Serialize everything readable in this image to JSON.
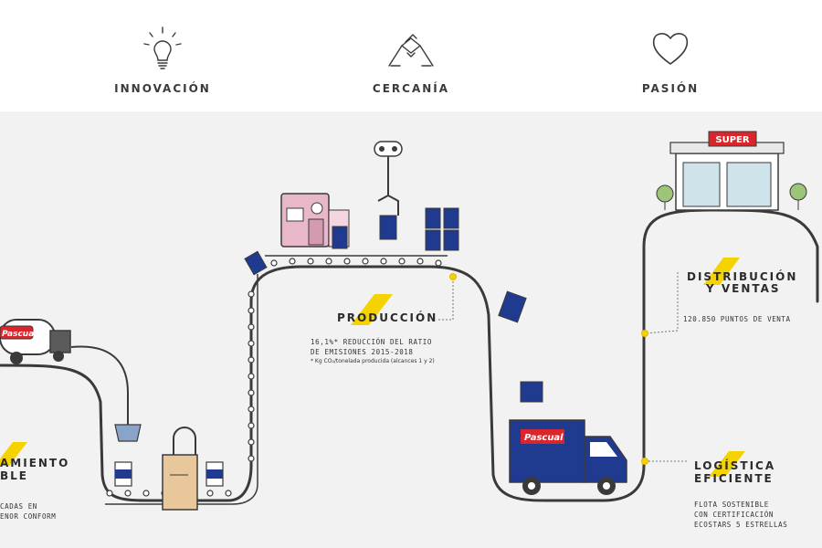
{
  "values": [
    {
      "label": "INNOVACIÓN",
      "icon": "lightbulb-icon"
    },
    {
      "label": "CERCANÍA",
      "icon": "handshake-icon"
    },
    {
      "label": "PASIÓN",
      "icon": "heart-icon"
    }
  ],
  "stages": {
    "sourcing": {
      "title_1": "AMIENTO",
      "title_2": "BLE",
      "line_1": "CADAS EN",
      "line_2": "ENOR CONFORM"
    },
    "production": {
      "title": "PRODUCCIÓN",
      "line_1": "16,1%* REDUCCIÓN DEL RATIO",
      "line_2": "DE EMISIONES 2015-2018",
      "footnote": "* Kg CO₂/tonelada producida (alcances 1 y 2)"
    },
    "distribution": {
      "title_1": "DISTRIBUCIÓN",
      "title_2": "Y VENTAS",
      "line_1": "120.850 PUNTOS DE VENTA"
    },
    "logistics": {
      "title_1": "LOGÍSTICA",
      "title_2": "EFICIENTE",
      "line_1": "FLOTA SOSTENIBLE",
      "line_2": "CON CERTIFICACIÓN",
      "line_3": "ECOSTARS 5 ESTRELLAS"
    }
  },
  "brand": {
    "name": "Pascual",
    "store_sign": "SUPER"
  },
  "colors": {
    "accent_yellow": "#f5d300",
    "brand_blue": "#1f3a8f",
    "brand_red": "#d8262c",
    "line": "#3a3a3a",
    "machine_pink": "#e8b7c9"
  }
}
